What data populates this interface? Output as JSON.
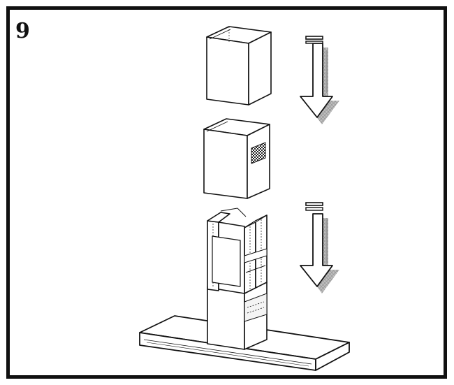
{
  "step": {
    "number": "9"
  },
  "illustration": {
    "parts": [
      "upper-chimney-cover",
      "lower-chimney-cover",
      "support-frame",
      "hood-canopy"
    ],
    "arrows": [
      "down-arrow-upper",
      "down-arrow-lower"
    ],
    "colors": {
      "line": "#111111",
      "shadow": "#9a9a9a",
      "background": "#ffffff"
    }
  }
}
